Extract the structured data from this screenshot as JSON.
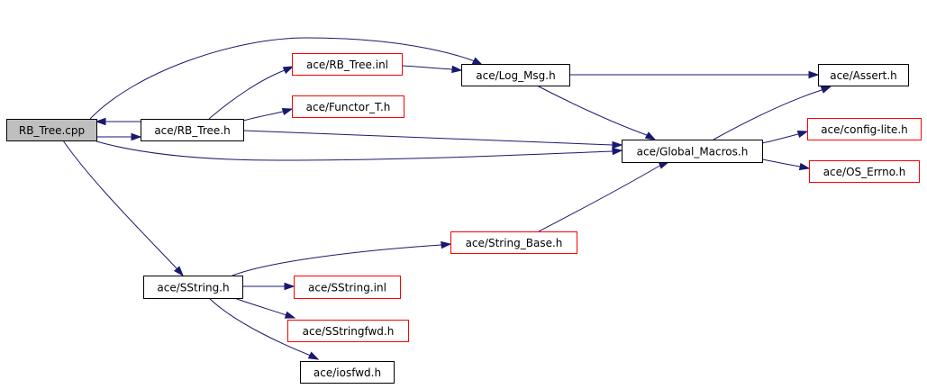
{
  "graph": {
    "nodes": [
      {
        "id": "rb_tree_cpp",
        "label": "RB_Tree.cpp",
        "style": "root"
      },
      {
        "id": "rb_tree_h",
        "label": "ace/RB_Tree.h",
        "style": "black"
      },
      {
        "id": "rb_tree_inl",
        "label": "ace/RB_Tree.inl",
        "style": "red"
      },
      {
        "id": "functor_t_h",
        "label": "ace/Functor_T.h",
        "style": "red"
      },
      {
        "id": "log_msg_h",
        "label": "ace/Log_Msg.h",
        "style": "black"
      },
      {
        "id": "assert_h",
        "label": "ace/Assert.h",
        "style": "black"
      },
      {
        "id": "global_macros_h",
        "label": "ace/Global_Macros.h",
        "style": "black"
      },
      {
        "id": "config_lite_h",
        "label": "ace/config-lite.h",
        "style": "red"
      },
      {
        "id": "os_errno_h",
        "label": "ace/OS_Errno.h",
        "style": "red"
      },
      {
        "id": "string_base_h",
        "label": "ace/String_Base.h",
        "style": "red"
      },
      {
        "id": "sstring_h",
        "label": "ace/SString.h",
        "style": "black"
      },
      {
        "id": "sstring_inl",
        "label": "ace/SString.inl",
        "style": "red"
      },
      {
        "id": "sstringfwd_h",
        "label": "ace/SStringfwd.h",
        "style": "red"
      },
      {
        "id": "iosfwd_h",
        "label": "ace/iosfwd.h",
        "style": "black"
      }
    ],
    "edges": [
      {
        "from": "rb_tree_cpp",
        "to": "rb_tree_h"
      },
      {
        "from": "rb_tree_h",
        "to": "rb_tree_cpp"
      },
      {
        "from": "rb_tree_cpp",
        "to": "log_msg_h"
      },
      {
        "from": "rb_tree_cpp",
        "to": "global_macros_h"
      },
      {
        "from": "rb_tree_cpp",
        "to": "sstring_h"
      },
      {
        "from": "rb_tree_h",
        "to": "rb_tree_inl"
      },
      {
        "from": "rb_tree_h",
        "to": "functor_t_h"
      },
      {
        "from": "rb_tree_h",
        "to": "global_macros_h"
      },
      {
        "from": "rb_tree_inl",
        "to": "log_msg_h"
      },
      {
        "from": "log_msg_h",
        "to": "assert_h"
      },
      {
        "from": "log_msg_h",
        "to": "global_macros_h"
      },
      {
        "from": "global_macros_h",
        "to": "assert_h"
      },
      {
        "from": "global_macros_h",
        "to": "config_lite_h"
      },
      {
        "from": "global_macros_h",
        "to": "os_errno_h"
      },
      {
        "from": "string_base_h",
        "to": "global_macros_h"
      },
      {
        "from": "sstring_h",
        "to": "string_base_h"
      },
      {
        "from": "sstring_h",
        "to": "sstring_inl"
      },
      {
        "from": "sstring_h",
        "to": "sstringfwd_h"
      },
      {
        "from": "sstring_h",
        "to": "iosfwd_h"
      }
    ]
  }
}
